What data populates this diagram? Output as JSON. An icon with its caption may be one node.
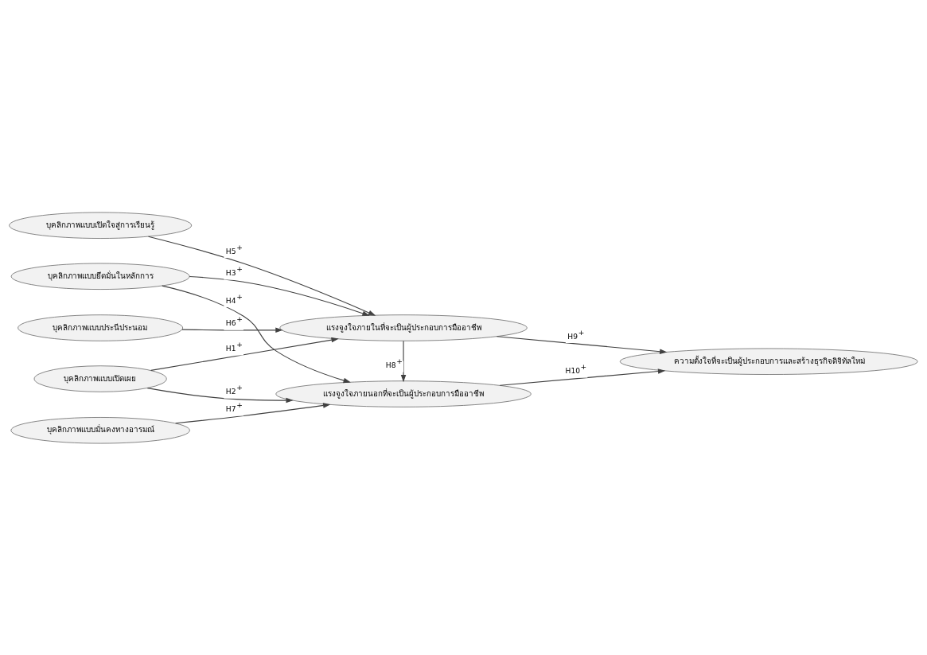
{
  "diagram": {
    "nodes": [
      {
        "text": [
          "บุคลิกภาพแบบเปิดเผย"
        ]
      },
      {
        "text": [
          "บุคลิกภาพแบบยึดมั่นในหลักการ"
        ]
      },
      {
        "text": [
          "บุคลิกภาพแบบเปิดใจสู่การเรียนรู้"
        ]
      },
      {
        "text": [
          "บุคลิกภาพแบบประนีประนอม"
        ]
      },
      {
        "text": [
          "บุคลิกภาพแบบมั่นคงทางอารมณ์"
        ]
      },
      {
        "text": [
          "แรงจูงใจภายในที่จะเป็นผู้ประกอบการมืออาชีพ"
        ]
      },
      {
        "text": [
          "แรงจูงใจภายนอกที่จะเป็นผู้ประกอบการมืออาชีพ"
        ]
      },
      {
        "text": [
          "ความตั้งใจที่จะเป็นผู้ประกอบการและสร้างธุรกิจดิจิทัลใหม่"
        ]
      }
    ],
    "edges": [
      {
        "from": 0,
        "to": 5,
        "arrow": "to",
        "label": "H1$^{+}$"
      },
      {
        "from": 0,
        "to": 6,
        "arrow": "to",
        "label": "H2$^{+}$"
      },
      {
        "from": 1,
        "to": 5,
        "arrow": "to",
        "label": "H3$^{+}$"
      },
      {
        "from": 1,
        "to": 6,
        "arrow": "to",
        "label": "H4$^{+}$"
      },
      {
        "from": 2,
        "to": 5,
        "arrow": "to",
        "label": "H5$^{+}$"
      },
      {
        "from": 3,
        "to": 5,
        "arrow": "to",
        "label": "H6$^{+}$"
      },
      {
        "from": 4,
        "to": 6,
        "arrow": "to",
        "label": "H7$^{+}$"
      },
      {
        "from": 5,
        "to": 6,
        "arrow": "to",
        "label": "H8$^{+}$"
      },
      {
        "from": 5,
        "to": 7,
        "arrow": "to",
        "label": "H9$^{+}$"
      },
      {
        "from": 6,
        "to": 7,
        "arrow": "to",
        "label": "H10$^{+}$"
      }
    ]
  }
}
